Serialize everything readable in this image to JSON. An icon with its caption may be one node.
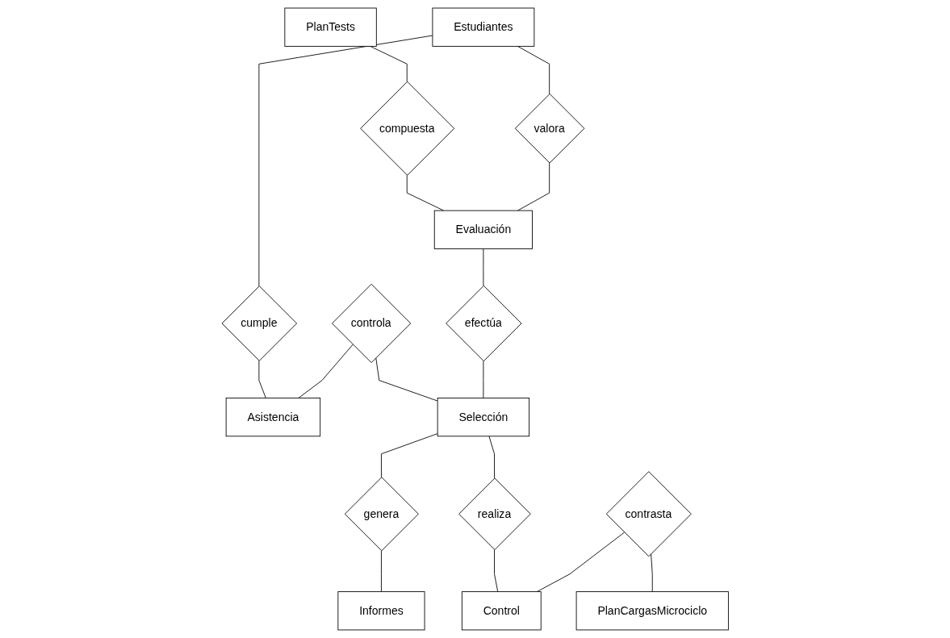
{
  "diagram": {
    "nodes": [
      {
        "text": [
          "PlanTests"
        ]
      },
      {
        "text": [
          "Estudiantes"
        ]
      },
      {
        "text": [
          "cumple"
        ]
      },
      {
        "text": [
          "valora"
        ]
      },
      {
        "text": [
          "compuesta"
        ]
      },
      {
        "text": [
          "controla"
        ]
      },
      {
        "text": [
          "Asistencia"
        ]
      },
      {
        "text": [
          "Evaluación"
        ]
      },
      {
        "text": [
          "efectúa"
        ]
      },
      {
        "text": [
          "Selección"
        ]
      },
      {
        "text": [
          "genera"
        ]
      },
      {
        "text": [
          "realiza"
        ]
      },
      {
        "text": [
          "contrasta"
        ]
      },
      {
        "text": [
          "Informes"
        ]
      },
      {
        "text": [
          "PlanCargasMicrociclo"
        ]
      },
      {
        "text": [
          "Control"
        ]
      }
    ],
    "edges": [
      {
        "from": 0,
        "to": 4,
        "arrow": "none"
      },
      {
        "from": 4,
        "to": 7,
        "arrow": "none"
      },
      {
        "from": 1,
        "to": 3,
        "arrow": "none"
      },
      {
        "from": 3,
        "to": 7,
        "arrow": "none"
      },
      {
        "from": 1,
        "to": 2,
        "arrow": "none"
      },
      {
        "from": 2,
        "to": 6,
        "arrow": "none"
      },
      {
        "from": 5,
        "to": 6,
        "arrow": "none"
      },
      {
        "from": 5,
        "to": 9,
        "arrow": "none"
      },
      {
        "from": 7,
        "to": 8,
        "arrow": "none"
      },
      {
        "from": 8,
        "to": 9,
        "arrow": "none"
      },
      {
        "from": 9,
        "to": 10,
        "arrow": "none"
      },
      {
        "from": 10,
        "to": 13,
        "arrow": "none"
      },
      {
        "from": 9,
        "to": 11,
        "arrow": "none"
      },
      {
        "from": 11,
        "to": 15,
        "arrow": "none"
      },
      {
        "from": 12,
        "to": 15,
        "arrow": "none"
      },
      {
        "from": 12,
        "to": 14,
        "arrow": "none"
      }
    ]
  }
}
